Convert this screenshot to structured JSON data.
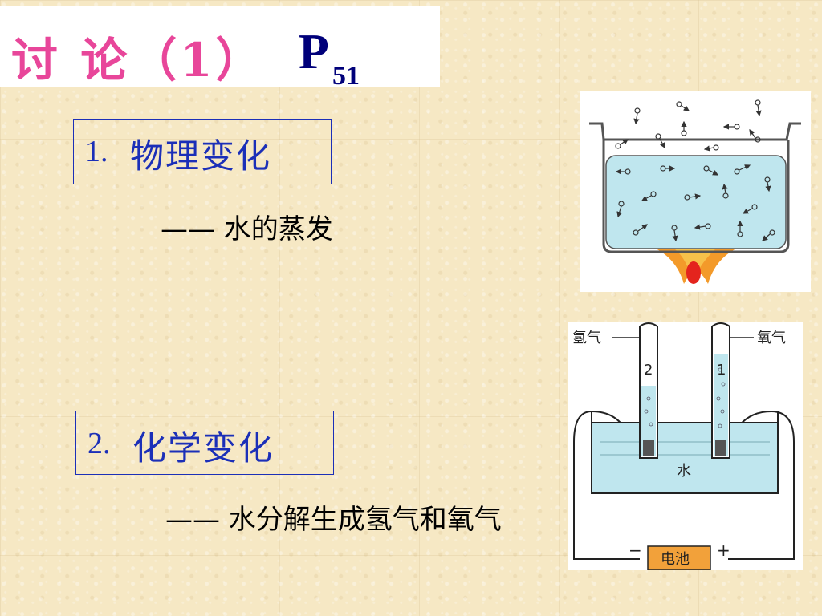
{
  "header": {
    "title": "讨 论（1）",
    "page_ref": "P",
    "page_sub": "51"
  },
  "items": [
    {
      "number": "1.",
      "label": "物理变化",
      "description": "—— 水的蒸发"
    },
    {
      "number": "2.",
      "label": "化学变化",
      "description": "—— 水分解生成氢气和氧气"
    }
  ],
  "electrolysis_figure": {
    "hydrogen_label": "氢气",
    "oxygen_label": "氧气",
    "tube_left_label": "2",
    "tube_right_label": "1",
    "water_label": "水",
    "battery_label": "电池",
    "minus_label": "−",
    "plus_label": "+"
  },
  "colors": {
    "title": "#e8469a",
    "accent": "#1b2fb8",
    "page_ref": "#00007a",
    "water": "#bfe6ee",
    "flame_outer": "#f39a2a",
    "flame_inner": "#e4241d"
  }
}
